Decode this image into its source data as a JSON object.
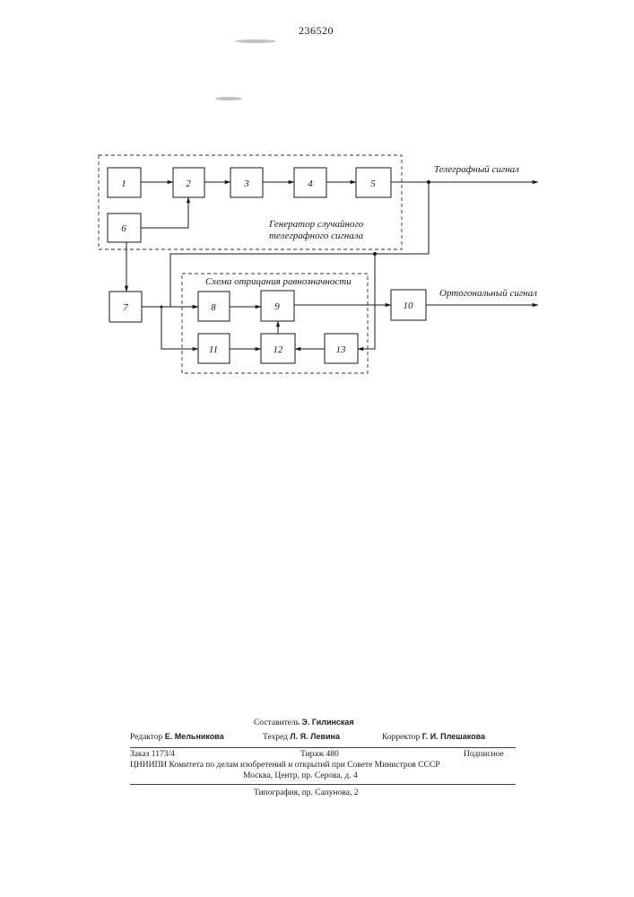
{
  "patent_number": "236520",
  "diagram": {
    "blocks": [
      "1",
      "2",
      "3",
      "4",
      "5",
      "6",
      "7",
      "8",
      "9",
      "10",
      "11",
      "12",
      "13"
    ],
    "group_generator_label": [
      "Генератор случайного",
      "телеграфного сигнала"
    ],
    "group_equivalence_label": "Схема отрицания равнозначности",
    "output_telegraph_label": "Телеграфный сигнал",
    "output_orthogonal_label": "Ортогональный сигнал"
  },
  "footer": {
    "compiler_label": "Составитель",
    "compiler_name": "Э. Гилинская",
    "editor_label": "Редактор",
    "editor_name": "Е. Мельникова",
    "techred_label": "Техред",
    "techred_name": "Л. Я. Левина",
    "corrector_label": "Корректор",
    "corrector_name": "Г. И. Плешакова",
    "order": "Заказ 1173/4",
    "circulation": "Тираж 480",
    "subscription": "Подписное",
    "institute": "ЦНИИПИ Комитета по делам изобретений и открытий при Совете Министров СССР",
    "address": "Москва, Центр, пр. Серова, д. 4",
    "printing": "Типография, пр. Сапунова, 2"
  }
}
